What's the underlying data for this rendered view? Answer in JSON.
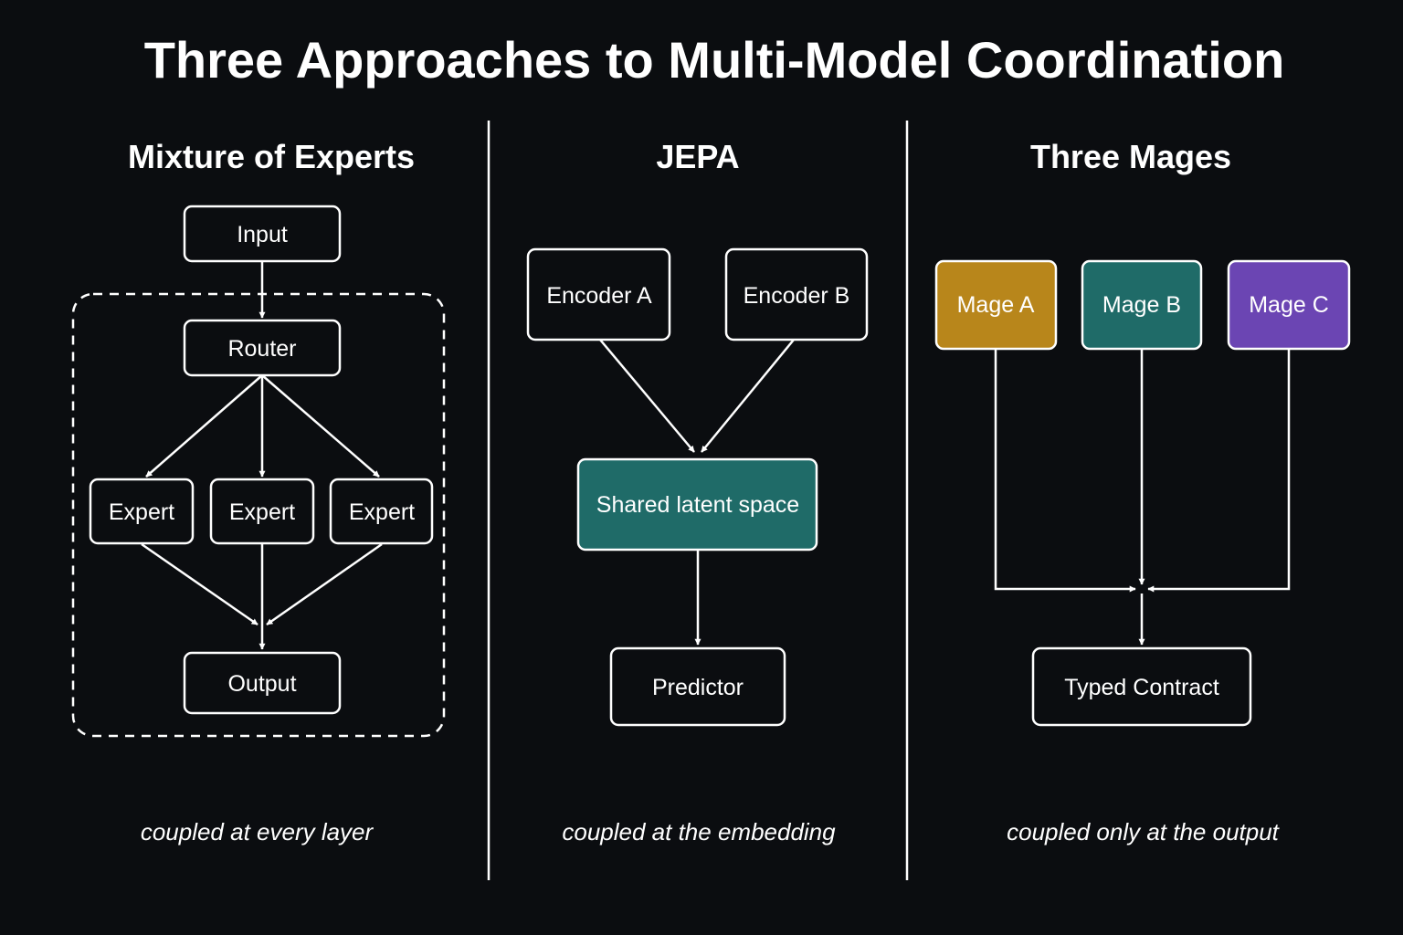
{
  "title": "Three Approaches to Multi-Model Coordination",
  "colors": {
    "background": "#0b0d10",
    "stroke": "#ffffff",
    "box_fill": "#0b0d10",
    "shared_latent": "#1f6b68",
    "mage_a": "#b8861b",
    "mage_b": "#1f6b68",
    "mage_c": "#6b45b3"
  },
  "sections": [
    {
      "id": "moe",
      "title": "Mixture of Experts",
      "caption": "coupled at every layer",
      "nodes": {
        "input": "Input",
        "router": "Router",
        "expert_1": "Expert",
        "expert_2": "Expert",
        "expert_3": "Expert",
        "output": "Output"
      }
    },
    {
      "id": "jepa",
      "title": "JEPA",
      "caption": "coupled at the embedding",
      "nodes": {
        "encoder_a": "Encoder A",
        "encoder_b": "Encoder B",
        "shared_latent": "Shared latent space",
        "predictor": "Predictor"
      }
    },
    {
      "id": "mages",
      "title": "Three Mages",
      "caption": "coupled only at the output",
      "nodes": {
        "mage_a": "Mage A",
        "mage_b": "Mage B",
        "mage_c": "Mage C",
        "typed_contract": "Typed Contract"
      }
    }
  ]
}
